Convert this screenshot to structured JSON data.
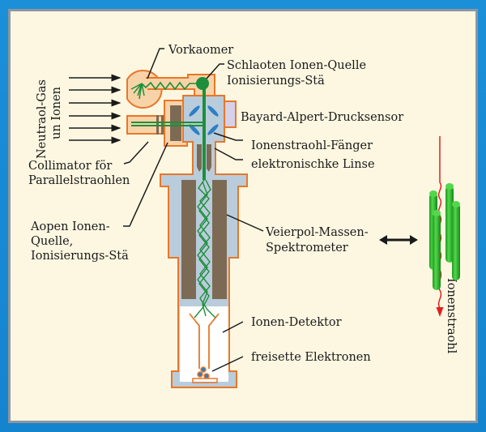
{
  "diagram": {
    "title": "Quadrupole mass spectrometer schematic",
    "colors": {
      "frame": "#1584cf",
      "background": "#fdf7e1",
      "housing_outline": "#e8772a",
      "housing_fill_peach": "#f9d3a8",
      "housing_fill_blue": "#b9ccdb",
      "rods": "#7d6a55",
      "ion_path": "#1d8f3a",
      "lens_blue": "#2d7fc4",
      "gauge_lavender": "#d6d0ea",
      "quad_rods_green": "#2fbf2f",
      "ion_beam_red": "#e02020"
    },
    "labels": {
      "vorkaomer": "Vorkaomer",
      "ion_source_line1": "Schlaoten Ionen-Quelle",
      "ion_source_line2": "Ionisierungs-Stä",
      "bayard_alpert": "Bayard-Alpert-Drucksensor",
      "ion_beam_catcher": "Ionenstraohl-Fänger",
      "electronic_lens": "elektronischke Linse",
      "neutral_gas_line1": "Neutraol-Gas",
      "neutral_gas_line2": "un Ionen",
      "collimator_line1": "Collimator för",
      "collimator_line2": "Parallelstraohlen",
      "open_source_line1": "Aopen Ionen-",
      "open_source_line2": "Quelle,",
      "open_source_line3": "Ionisierungs-Stä",
      "quadrupole_line1": "Veierpol-Massen-",
      "quadrupole_line2": "Spektrometer",
      "ion_detector": "Ionen-Detektor",
      "free_electrons": "freisette  Elektronen",
      "ion_beam": "Ionenstraohl"
    },
    "icons": {
      "gas_arrows": "right-arrow",
      "double_arrow": "double-headed-arrow"
    }
  }
}
